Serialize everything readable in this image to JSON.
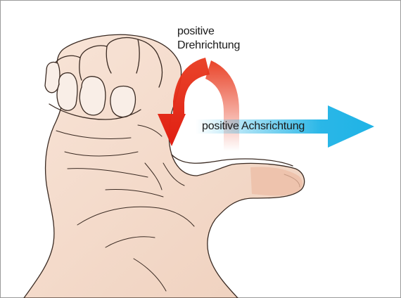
{
  "labels": {
    "rotation_line1": "positive",
    "rotation_line2": "Drehrichtung",
    "axis": "positive Achsrichtung"
  },
  "colors": {
    "skin": "#f4dccd",
    "skin_shadow": "#e9c3ad",
    "outline": "#3a2a22",
    "rotation_arrow": "#e83a1e",
    "axis_arrow": "#1fb3e6",
    "frame": "#9a9a9a"
  },
  "icons": {
    "hand": "right-hand-thumb-icon",
    "rotation": "curved-arrow-icon",
    "axis": "straight-arrow-icon"
  }
}
